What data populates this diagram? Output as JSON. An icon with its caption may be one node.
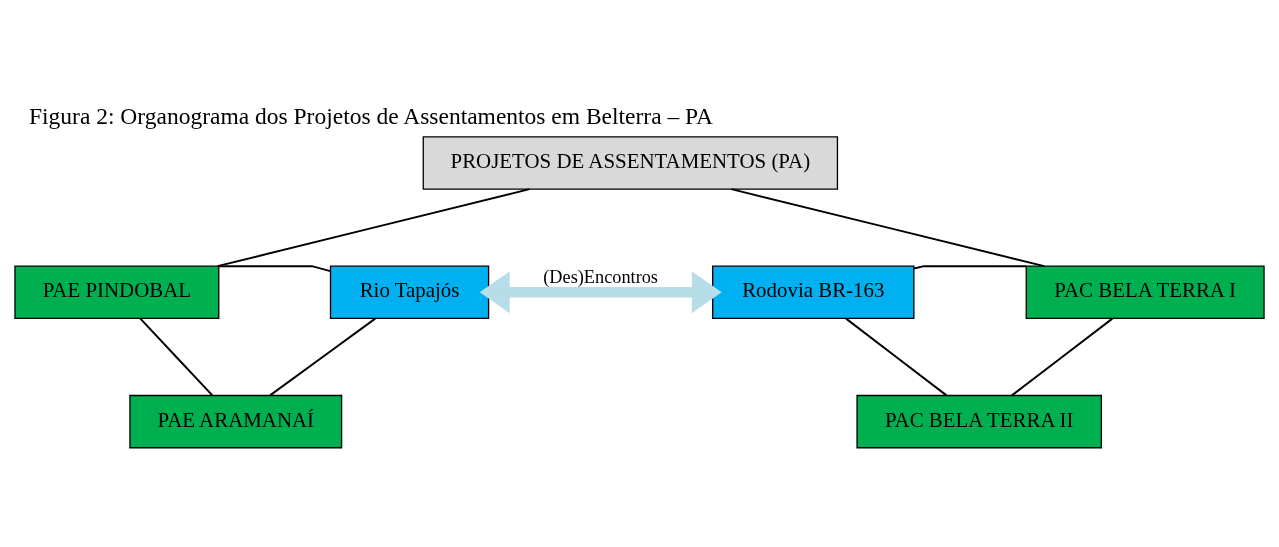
{
  "diagram": {
    "title": "Figura 2: Organograma dos Projetos de Assentamentos em Belterra – PA",
    "nodes": [
      {
        "text": [
          "PROJETOS DE ASSENTAMENTOS (PA)"
        ]
      },
      {
        "text": [
          "PAE PINDOBAL"
        ]
      },
      {
        "text": [
          "PAE ARAMANAÍ"
        ]
      },
      {
        "text": [
          "Rio Tapajós"
        ]
      },
      {
        "text": [
          "Rodovia BR-163"
        ]
      },
      {
        "text": [
          "PAC BELA TERRA I"
        ]
      },
      {
        "text": [
          "PAC BELA TERRA II"
        ]
      }
    ],
    "edges": [
      {
        "from": 0,
        "to": 1,
        "arrow": "none"
      },
      {
        "from": 0,
        "to": 5,
        "arrow": "none"
      },
      {
        "from": 1,
        "to": 2,
        "arrow": "none"
      },
      {
        "from": 5,
        "to": 6,
        "arrow": "none"
      },
      {
        "from": 1,
        "to": 3,
        "arrow": "none"
      },
      {
        "from": 2,
        "to": 3,
        "arrow": "none"
      },
      {
        "from": 3,
        "to": 4,
        "arrow": "both",
        "label": "(Des)Encontros",
        "style": "thick",
        "color": "#b7dde8"
      },
      {
        "from": 5,
        "to": 4,
        "arrow": "none"
      },
      {
        "from": 6,
        "to": 4,
        "arrow": "none"
      }
    ]
  }
}
